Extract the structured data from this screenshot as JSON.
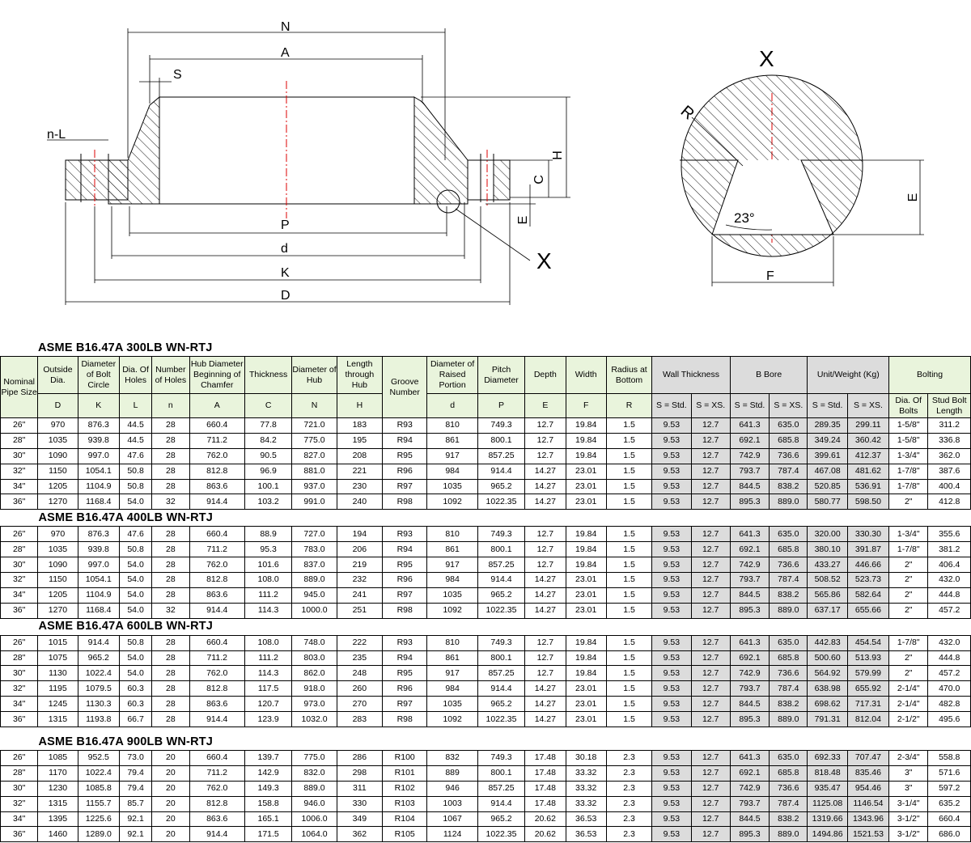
{
  "drawing": {
    "labels": {
      "N": "N",
      "A": "A",
      "S": "S",
      "nL": "n-L",
      "H": "H",
      "C": "C",
      "E": "E",
      "P": "P",
      "d": "d",
      "K": "K",
      "D": "D",
      "X": "X",
      "detail_X": "X",
      "R": "R",
      "angle": "23°",
      "detail_E": "E",
      "F": "F"
    }
  },
  "header": {
    "columns": [
      {
        "label": "Nominal Pipe Size",
        "symbol": ""
      },
      {
        "label": "Outside Dia.",
        "symbol": "D"
      },
      {
        "label": "Diameter of Bolt Circle",
        "symbol": "K"
      },
      {
        "label": "Dia. Of Holes",
        "symbol": "L"
      },
      {
        "label": "Number of Holes",
        "symbol": "n"
      },
      {
        "label": "Hub Diameter Beginning of Chamfer",
        "symbol": "A"
      },
      {
        "label": "Thickness",
        "symbol": "C"
      },
      {
        "label": "Diameter of Hub",
        "symbol": "N"
      },
      {
        "label": "Length through Hub",
        "symbol": "H"
      },
      {
        "label": "Groove Number",
        "symbol": ""
      },
      {
        "label": "Diameter of Raised Portion",
        "symbol": "d"
      },
      {
        "label": "Pitch Diameter",
        "symbol": "P"
      },
      {
        "label": "Depth",
        "symbol": "E"
      },
      {
        "label": "Width",
        "symbol": "F"
      },
      {
        "label": "Radius at Bottom",
        "symbol": "R"
      }
    ],
    "groups": [
      {
        "label": "Wall Thickness",
        "subs": [
          "S = Std.",
          "S = XS."
        ]
      },
      {
        "label": "B Bore",
        "subs": [
          "S = Std.",
          "S = XS."
        ]
      },
      {
        "label": "Unit/Weight (Kg)",
        "subs": [
          "S = Std.",
          "S = XS."
        ]
      },
      {
        "label": "Bolting",
        "subs": [
          "Dia. Of Bolts",
          "Stud Bolt Length"
        ]
      }
    ]
  },
  "sections": [
    {
      "title": "ASME  B16.47A  300LB  WN-RTJ",
      "rows": [
        [
          "26\"",
          "970",
          "876.3",
          "44.5",
          "28",
          "660.4",
          "77.8",
          "721.0",
          "183",
          "R93",
          "810",
          "749.3",
          "12.7",
          "19.84",
          "1.5",
          "9.53",
          "12.7",
          "641.3",
          "635.0",
          "289.35",
          "299.11",
          "1-5/8\"",
          "311.2"
        ],
        [
          "28\"",
          "1035",
          "939.8",
          "44.5",
          "28",
          "711.2",
          "84.2",
          "775.0",
          "195",
          "R94",
          "861",
          "800.1",
          "12.7",
          "19.84",
          "1.5",
          "9.53",
          "12.7",
          "692.1",
          "685.8",
          "349.24",
          "360.42",
          "1-5/8\"",
          "336.8"
        ],
        [
          "30\"",
          "1090",
          "997.0",
          "47.6",
          "28",
          "762.0",
          "90.5",
          "827.0",
          "208",
          "R95",
          "917",
          "857.25",
          "12.7",
          "19.84",
          "1.5",
          "9.53",
          "12.7",
          "742.9",
          "736.6",
          "399.61",
          "412.37",
          "1-3/4\"",
          "362.0"
        ],
        [
          "32\"",
          "1150",
          "1054.1",
          "50.8",
          "28",
          "812.8",
          "96.9",
          "881.0",
          "221",
          "R96",
          "984",
          "914.4",
          "14.27",
          "23.01",
          "1.5",
          "9.53",
          "12.7",
          "793.7",
          "787.4",
          "467.08",
          "481.62",
          "1-7/8\"",
          "387.6"
        ],
        [
          "34\"",
          "1205",
          "1104.9",
          "50.8",
          "28",
          "863.6",
          "100.1",
          "937.0",
          "230",
          "R97",
          "1035",
          "965.2",
          "14.27",
          "23.01",
          "1.5",
          "9.53",
          "12.7",
          "844.5",
          "838.2",
          "520.85",
          "536.91",
          "1-7/8\"",
          "400.4"
        ],
        [
          "36\"",
          "1270",
          "1168.4",
          "54.0",
          "32",
          "914.4",
          "103.2",
          "991.0",
          "240",
          "R98",
          "1092",
          "1022.35",
          "14.27",
          "23.01",
          "1.5",
          "9.53",
          "12.7",
          "895.3",
          "889.0",
          "580.77",
          "598.50",
          "2\"",
          "412.8"
        ]
      ]
    },
    {
      "title": "ASME  B16.47A  400LB  WN-RTJ",
      "rows": [
        [
          "26\"",
          "970",
          "876.3",
          "47.6",
          "28",
          "660.4",
          "88.9",
          "727.0",
          "194",
          "R93",
          "810",
          "749.3",
          "12.7",
          "19.84",
          "1.5",
          "9.53",
          "12.7",
          "641.3",
          "635.0",
          "320.00",
          "330.30",
          "1-3/4\"",
          "355.6"
        ],
        [
          "28\"",
          "1035",
          "939.8",
          "50.8",
          "28",
          "711.2",
          "95.3",
          "783.0",
          "206",
          "R94",
          "861",
          "800.1",
          "12.7",
          "19.84",
          "1.5",
          "9.53",
          "12.7",
          "692.1",
          "685.8",
          "380.10",
          "391.87",
          "1-7/8\"",
          "381.2"
        ],
        [
          "30\"",
          "1090",
          "997.0",
          "54.0",
          "28",
          "762.0",
          "101.6",
          "837.0",
          "219",
          "R95",
          "917",
          "857.25",
          "12.7",
          "19.84",
          "1.5",
          "9.53",
          "12.7",
          "742.9",
          "736.6",
          "433.27",
          "446.66",
          "2\"",
          "406.4"
        ],
        [
          "32\"",
          "1150",
          "1054.1",
          "54.0",
          "28",
          "812.8",
          "108.0",
          "889.0",
          "232",
          "R96",
          "984",
          "914.4",
          "14.27",
          "23.01",
          "1.5",
          "9.53",
          "12.7",
          "793.7",
          "787.4",
          "508.52",
          "523.73",
          "2\"",
          "432.0"
        ],
        [
          "34\"",
          "1205",
          "1104.9",
          "54.0",
          "28",
          "863.6",
          "111.2",
          "945.0",
          "241",
          "R97",
          "1035",
          "965.2",
          "14.27",
          "23.01",
          "1.5",
          "9.53",
          "12.7",
          "844.5",
          "838.2",
          "565.86",
          "582.64",
          "2\"",
          "444.8"
        ],
        [
          "36\"",
          "1270",
          "1168.4",
          "54.0",
          "32",
          "914.4",
          "114.3",
          "1000.0",
          "251",
          "R98",
          "1092",
          "1022.35",
          "14.27",
          "23.01",
          "1.5",
          "9.53",
          "12.7",
          "895.3",
          "889.0",
          "637.17",
          "655.66",
          "2\"",
          "457.2"
        ]
      ]
    },
    {
      "title": "ASME  B16.47A  600LB  WN-RTJ",
      "rows": [
        [
          "26\"",
          "1015",
          "914.4",
          "50.8",
          "28",
          "660.4",
          "108.0",
          "748.0",
          "222",
          "R93",
          "810",
          "749.3",
          "12.7",
          "19.84",
          "1.5",
          "9.53",
          "12.7",
          "641.3",
          "635.0",
          "442.83",
          "454.54",
          "1-7/8\"",
          "432.0"
        ],
        [
          "28\"",
          "1075",
          "965.2",
          "54.0",
          "28",
          "711.2",
          "111.2",
          "803.0",
          "235",
          "R94",
          "861",
          "800.1",
          "12.7",
          "19.84",
          "1.5",
          "9.53",
          "12.7",
          "692.1",
          "685.8",
          "500.60",
          "513.93",
          "2\"",
          "444.8"
        ],
        [
          "30\"",
          "1130",
          "1022.4",
          "54.0",
          "28",
          "762.0",
          "114.3",
          "862.0",
          "248",
          "R95",
          "917",
          "857.25",
          "12.7",
          "19.84",
          "1.5",
          "9.53",
          "12.7",
          "742.9",
          "736.6",
          "564.92",
          "579.99",
          "2\"",
          "457.2"
        ],
        [
          "32\"",
          "1195",
          "1079.5",
          "60.3",
          "28",
          "812.8",
          "117.5",
          "918.0",
          "260",
          "R96",
          "984",
          "914.4",
          "14.27",
          "23.01",
          "1.5",
          "9.53",
          "12.7",
          "793.7",
          "787.4",
          "638.98",
          "655.92",
          "2-1/4\"",
          "470.0"
        ],
        [
          "34\"",
          "1245",
          "1130.3",
          "60.3",
          "28",
          "863.6",
          "120.7",
          "973.0",
          "270",
          "R97",
          "1035",
          "965.2",
          "14.27",
          "23.01",
          "1.5",
          "9.53",
          "12.7",
          "844.5",
          "838.2",
          "698.62",
          "717.31",
          "2-1/4\"",
          "482.8"
        ],
        [
          "36\"",
          "1315",
          "1193.8",
          "66.7",
          "28",
          "914.4",
          "123.9",
          "1032.0",
          "283",
          "R98",
          "1092",
          "1022.35",
          "14.27",
          "23.01",
          "1.5",
          "9.53",
          "12.7",
          "895.3",
          "889.0",
          "791.31",
          "812.04",
          "2-1/2\"",
          "495.6"
        ]
      ]
    },
    {
      "title": "ASME  B16.47A  900LB  WN-RTJ",
      "rows": [
        [
          "26\"",
          "1085",
          "952.5",
          "73.0",
          "20",
          "660.4",
          "139.7",
          "775.0",
          "286",
          "R100",
          "832",
          "749.3",
          "17.48",
          "30.18",
          "2.3",
          "9.53",
          "12.7",
          "641.3",
          "635.0",
          "692.33",
          "707.47",
          "2-3/4\"",
          "558.8"
        ],
        [
          "28\"",
          "1170",
          "1022.4",
          "79.4",
          "20",
          "711.2",
          "142.9",
          "832.0",
          "298",
          "R101",
          "889",
          "800.1",
          "17.48",
          "33.32",
          "2.3",
          "9.53",
          "12.7",
          "692.1",
          "685.8",
          "818.48",
          "835.46",
          "3\"",
          "571.6"
        ],
        [
          "30\"",
          "1230",
          "1085.8",
          "79.4",
          "20",
          "762.0",
          "149.3",
          "889.0",
          "311",
          "R102",
          "946",
          "857.25",
          "17.48",
          "33.32",
          "2.3",
          "9.53",
          "12.7",
          "742.9",
          "736.6",
          "935.47",
          "954.46",
          "3\"",
          "597.2"
        ],
        [
          "32\"",
          "1315",
          "1155.7",
          "85.7",
          "20",
          "812.8",
          "158.8",
          "946.0",
          "330",
          "R103",
          "1003",
          "914.4",
          "17.48",
          "33.32",
          "2.3",
          "9.53",
          "12.7",
          "793.7",
          "787.4",
          "1125.08",
          "1146.54",
          "3-1/4\"",
          "635.2"
        ],
        [
          "34\"",
          "1395",
          "1225.6",
          "92.1",
          "20",
          "863.6",
          "165.1",
          "1006.0",
          "349",
          "R104",
          "1067",
          "965.2",
          "20.62",
          "36.53",
          "2.3",
          "9.53",
          "12.7",
          "844.5",
          "838.2",
          "1319.66",
          "1343.96",
          "3-1/2\"",
          "660.4"
        ],
        [
          "36\"",
          "1460",
          "1289.0",
          "92.1",
          "20",
          "914.4",
          "171.5",
          "1064.0",
          "362",
          "R105",
          "1124",
          "1022.35",
          "20.62",
          "36.53",
          "2.3",
          "9.53",
          "12.7",
          "895.3",
          "889.0",
          "1494.86",
          "1521.53",
          "3-1/2\"",
          "686.0"
        ]
      ]
    }
  ]
}
